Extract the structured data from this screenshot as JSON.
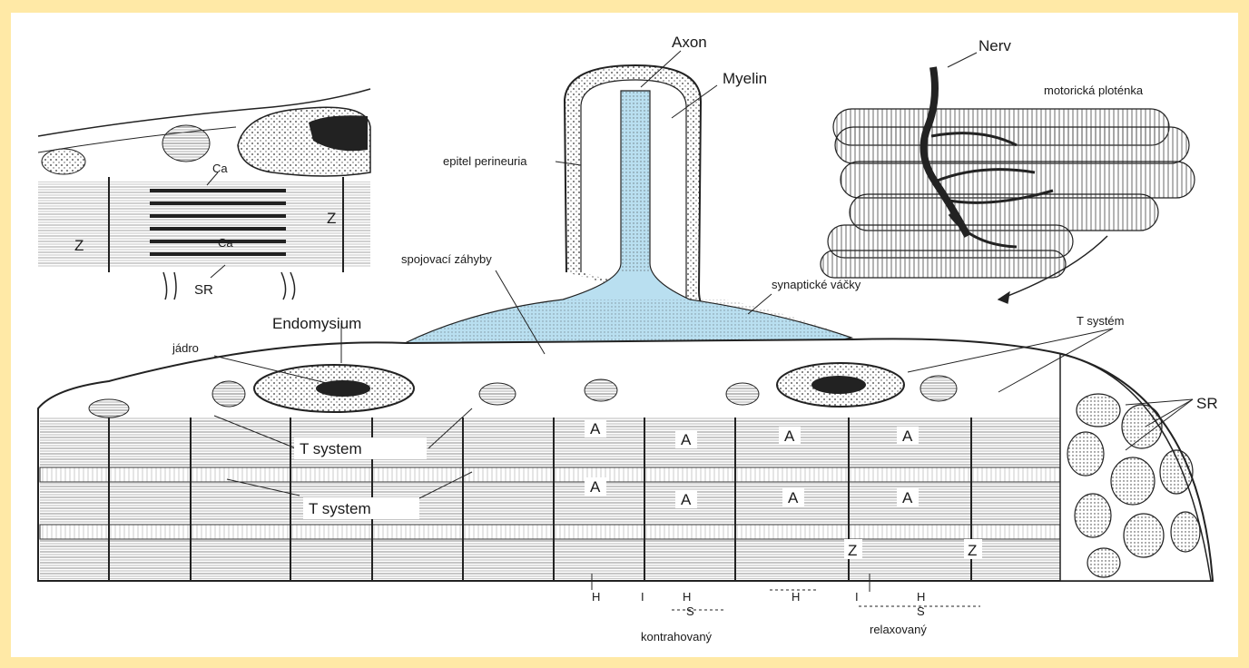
{
  "colors": {
    "border": "#ffe9a6",
    "axon_fill": "#b9dff0",
    "ink": "#222222",
    "background": "#ffffff"
  },
  "labels": {
    "axon": "Axon",
    "myelin": "Myelin",
    "nerv": "Nerv",
    "motor_plate": "motorická ploténka",
    "epitel": "epitel perineuria",
    "spojovaci": "spojovací záhyby",
    "synapticke": "synaptické váčky",
    "endomysium": "Endomysium",
    "jadro": "jádro",
    "t_system_right": "T systém",
    "t_system_1": "T system",
    "t_system_2": "T system",
    "sr_right": "SR",
    "sr_inset": "SR",
    "ca_top": "Ca",
    "ca_mid": "Ca",
    "z_left": "Z",
    "z_right": "Z",
    "z_band_1": "Z",
    "z_band_2": "Z",
    "a_1": "A",
    "a_2": "A",
    "a_3": "A",
    "a_4": "A",
    "a_5": "A",
    "a_6": "A",
    "a_7": "A",
    "a_8": "A",
    "h_1": "H",
    "i_1": "I",
    "h_2": "H",
    "s_1": "S",
    "h_3": "H",
    "i_2": "I",
    "h_4": "H",
    "s_2": "S",
    "kontrahovany": "kontrahovaný",
    "relaxovany": "relaxovaný"
  }
}
